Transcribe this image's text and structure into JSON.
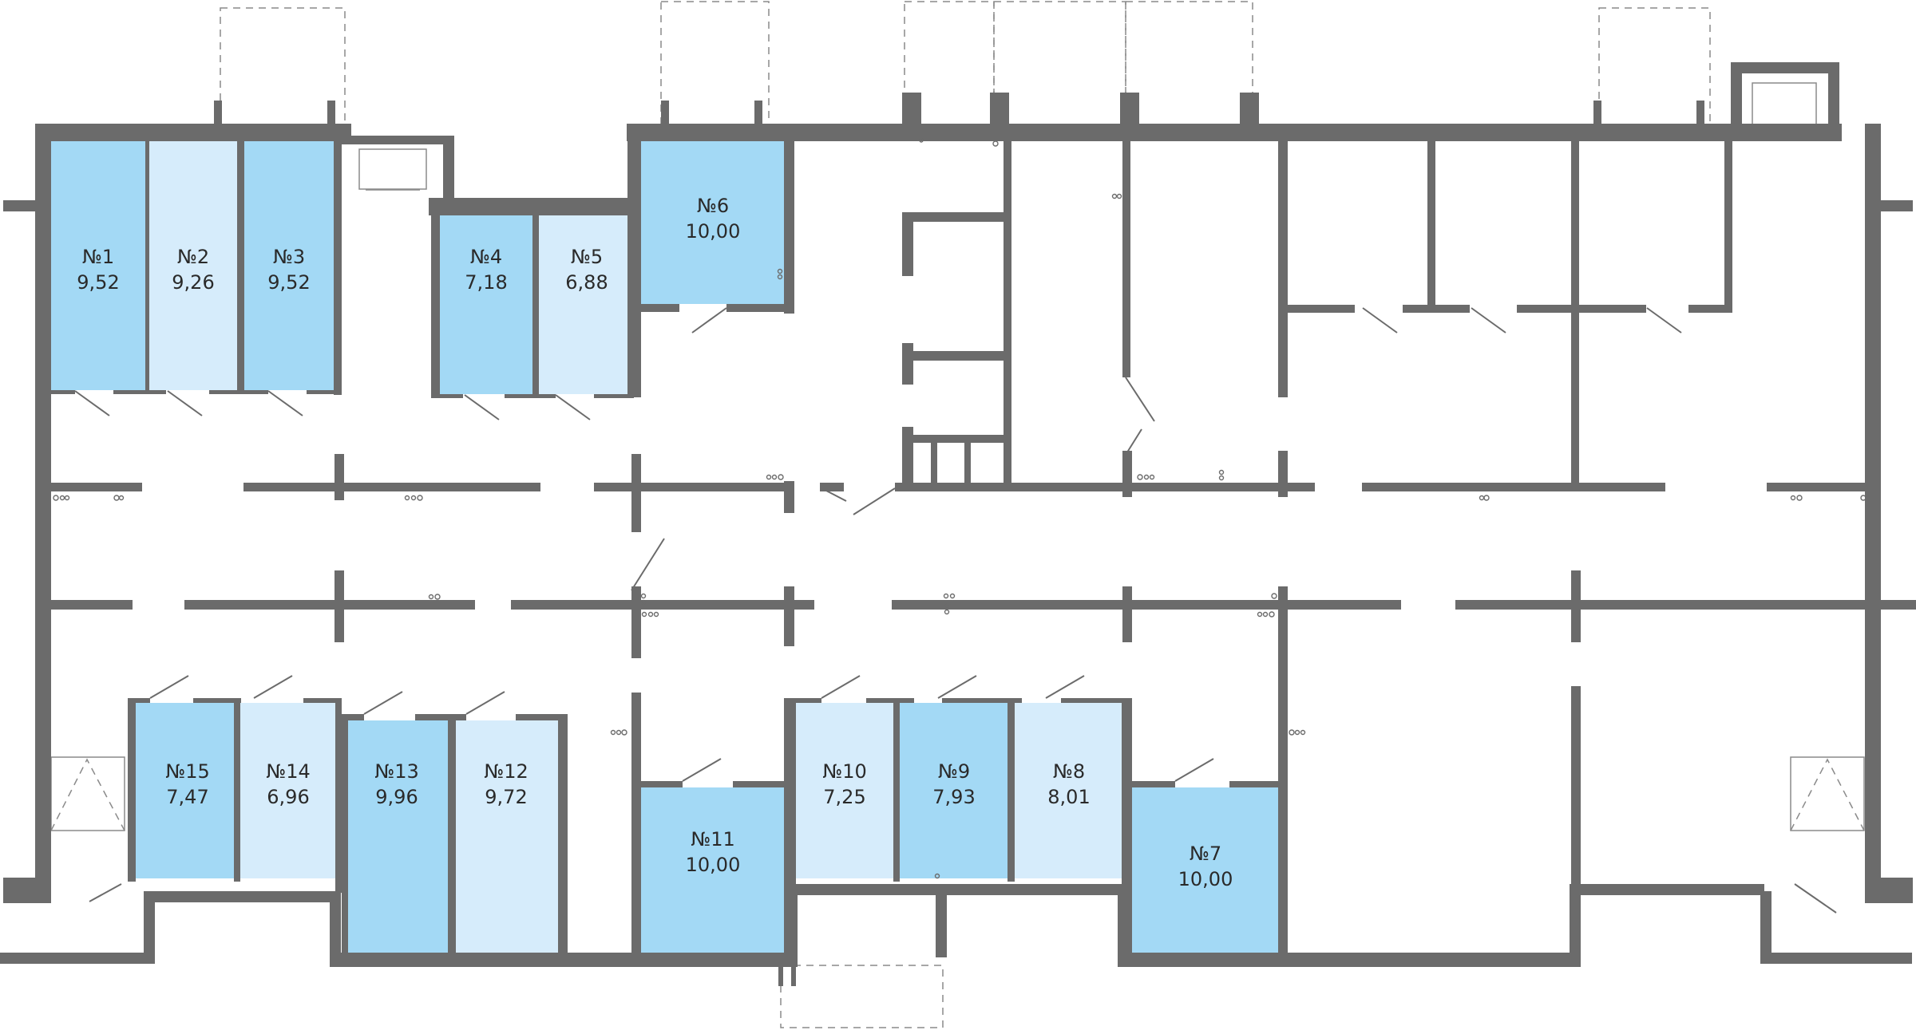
{
  "colors": {
    "unit_primary": "#a3d9f5",
    "unit_secondary": "#d6ecfb",
    "wall": "#6b6b6b",
    "background": "#ffffff"
  },
  "units": [
    {
      "number": "№1",
      "area": "9,52",
      "tone": "primary"
    },
    {
      "number": "№2",
      "area": "9,26",
      "tone": "secondary"
    },
    {
      "number": "№3",
      "area": "9,52",
      "tone": "primary"
    },
    {
      "number": "№4",
      "area": "7,18",
      "tone": "primary"
    },
    {
      "number": "№5",
      "area": "6,88",
      "tone": "secondary"
    },
    {
      "number": "№6",
      "area": "10,00",
      "tone": "primary"
    },
    {
      "number": "№7",
      "area": "10,00",
      "tone": "primary"
    },
    {
      "number": "№8",
      "area": "8,01",
      "tone": "secondary"
    },
    {
      "number": "№9",
      "area": "7,93",
      "tone": "primary"
    },
    {
      "number": "№10",
      "area": "7,25",
      "tone": "secondary"
    },
    {
      "number": "№11",
      "area": "10,00",
      "tone": "primary"
    },
    {
      "number": "№12",
      "area": "9,72",
      "tone": "secondary"
    },
    {
      "number": "№13",
      "area": "9,96",
      "tone": "primary"
    },
    {
      "number": "№14",
      "area": "6,96",
      "tone": "secondary"
    },
    {
      "number": "№15",
      "area": "7,47",
      "tone": "primary"
    }
  ]
}
